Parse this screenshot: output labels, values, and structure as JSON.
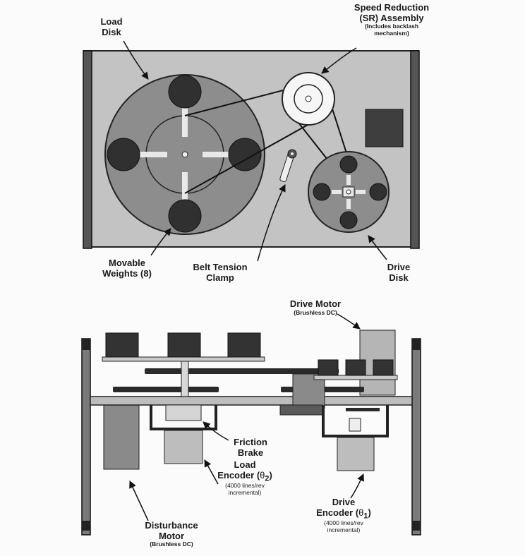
{
  "top_view": {
    "load_disk": [
      "Load",
      "Disk"
    ],
    "sr_assembly": [
      "Speed Reduction",
      "(SR) Assembly"
    ],
    "sr_note": [
      "(Includes backlash",
      "mechanism)"
    ],
    "movable_weights": [
      "Movable",
      "Weights (8)"
    ],
    "belt_tension": [
      "Belt Tension",
      "Clamp"
    ],
    "drive_disk": [
      "Drive",
      "Disk"
    ]
  },
  "side_view": {
    "drive_motor": "Drive Motor",
    "drive_motor_note": "(Brushless DC)",
    "friction_brake": [
      "Friction",
      "Brake"
    ],
    "load_encoder": "Load",
    "load_encoder_line2_prefix": "Encoder (",
    "load_encoder_theta": "θ",
    "load_encoder_sub": "2",
    "load_encoder_suffix": ")",
    "load_encoder_note": [
      "(4000 lines/rev",
      "incremental)"
    ],
    "drive_encoder": "Drive",
    "drive_encoder_line2_prefix": "Encoder (",
    "drive_encoder_theta": "θ",
    "drive_encoder_sub": "1",
    "drive_encoder_suffix": ")",
    "drive_encoder_note": [
      "(4000 lines/rev",
      "incremental)"
    ],
    "disturbance_motor": [
      "Disturbance",
      "Motor"
    ],
    "disturbance_motor_note": "(Brushless DC)"
  }
}
